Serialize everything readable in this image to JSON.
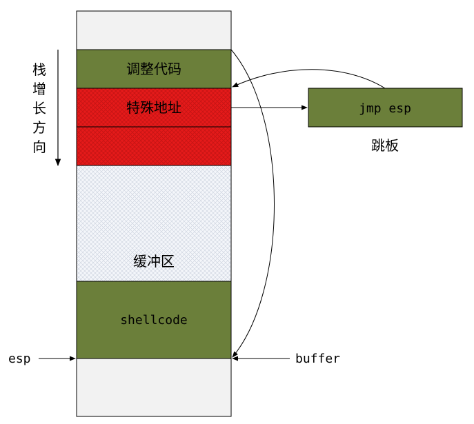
{
  "stack": {
    "segments": [
      {
        "key": "top-empty",
        "label": "",
        "fill": "#f2f2f2"
      },
      {
        "key": "adjust-code",
        "label": "调整代码",
        "fill": "#6b7f3a"
      },
      {
        "key": "special-address",
        "label": "特殊地址",
        "fill": "#e51a1a"
      },
      {
        "key": "red-block",
        "label": "",
        "fill": "#e51a1a"
      },
      {
        "key": "buffer",
        "label": "缓冲区",
        "fill": "#f4f6fa"
      },
      {
        "key": "shellcode",
        "label": "shellcode",
        "fill": "#6b7f3a"
      },
      {
        "key": "bottom-empty",
        "label": "",
        "fill": "#f2f2f2"
      }
    ]
  },
  "growth_direction": [
    "栈",
    "增",
    "长",
    "方",
    "向"
  ],
  "jump_target": {
    "label": "jmp esp",
    "fill": "#6b7f3a",
    "caption": "跳板"
  },
  "pointers": {
    "esp": "esp",
    "buffer": "buffer"
  }
}
